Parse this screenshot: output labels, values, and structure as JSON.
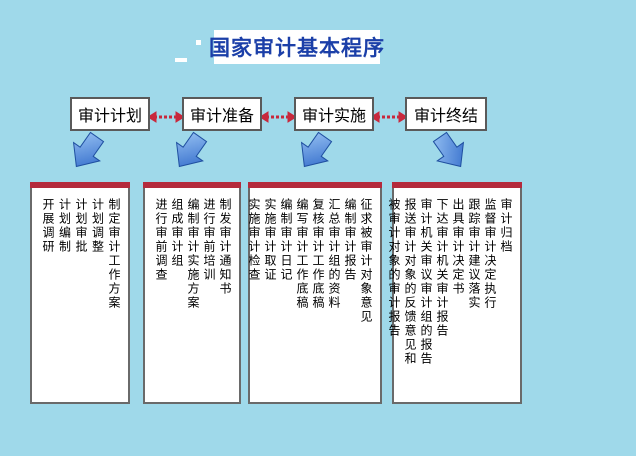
{
  "title": "国家审计基本程序",
  "stages": [
    {
      "label": "审计计划",
      "items": [
        "制定审计工作方案",
        "计划调整",
        "计划审批",
        "计划编制",
        "开展调研"
      ]
    },
    {
      "label": "审计准备",
      "items": [
        "制发审计通知书",
        "进行审前培训",
        "编制审计实施方案",
        "组成审计组",
        "进行审前调查"
      ]
    },
    {
      "label": "审计实施",
      "items": [
        "征求被审计对象意见",
        "编制审计报告",
        "汇总审计组的资料",
        "复核审计工作底稿",
        "编写审计工作底稿",
        "编制审计日记",
        "实施审计取证",
        "实施审计检查"
      ]
    },
    {
      "label": "审计终结",
      "items": [
        "审计归档",
        "监督审计决定执行",
        "跟踪审计建议落实",
        "出具审计决定书",
        "下达审计机关审计报告",
        "审计机关审议审计组的报告",
        "报送审计对象的反馈意见和",
        "被审计对象的审计报告"
      ]
    }
  ],
  "colors": {
    "background": "#9fd9ea",
    "title_text": "#1b3fa8",
    "connector": "#c8283c",
    "arrow": "#3a7bd5",
    "panel_top": "#b42a3c"
  },
  "icons": [
    "double-arrow-connector-icon",
    "down-arrow-icon"
  ]
}
